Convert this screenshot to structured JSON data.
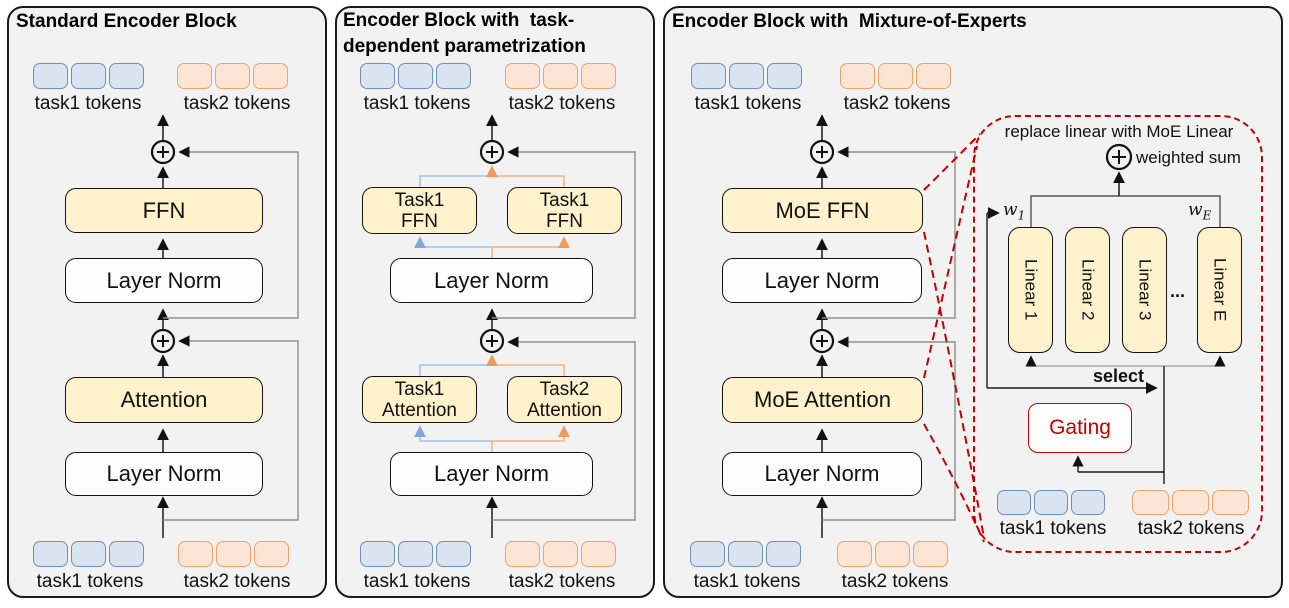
{
  "p1": {
    "title": "Standard Encoder Block",
    "top_task1": "task1 tokens",
    "top_task2": "task2 tokens",
    "ffn": "FFN",
    "ln_upper": "Layer Norm",
    "attn": "Attention",
    "ln_lower": "Layer Norm",
    "bot_task1": "task1 tokens",
    "bot_task2": "task2 tokens"
  },
  "p2": {
    "title_line1": "Encoder Block with  task-",
    "title_line2": "dependent parametrization",
    "top_task1": "task1 tokens",
    "top_task2": "task2 tokens",
    "ffn_left": "Task1\nFFN",
    "ffn_right": "Task1\nFFN",
    "ln_upper": "Layer Norm",
    "attn_left": "Task1\nAttention",
    "attn_right": "Task2\nAttention",
    "ln_lower": "Layer Norm",
    "bot_task1": "task1 tokens",
    "bot_task2": "task2 tokens"
  },
  "p3": {
    "title": "Encoder Block with  Mixture-of-Experts",
    "top_task1": "task1 tokens",
    "top_task2": "task2 tokens",
    "moe_ffn": "MoE FFN",
    "ln_upper": "Layer Norm",
    "moe_attn": "MoE Attention",
    "ln_lower": "Layer Norm",
    "bot_task1": "task1 tokens",
    "bot_task2": "task2 tokens"
  },
  "bubble": {
    "heading": "replace linear with MoE Linear",
    "weighted_sum": "weighted sum",
    "w1_base": "w",
    "w1_sub": "1",
    "wE_base": "w",
    "wE_sub": "E",
    "experts": [
      "Linear 1",
      "Linear 2",
      "Linear 3",
      "Linear E"
    ],
    "ellipsis": "...",
    "select_label": "select",
    "gating": "Gating",
    "task1": "task1 tokens",
    "task2": "task2 tokens"
  },
  "colors": {
    "panel_bg": "#f2f2f2",
    "block_yellow": "#fff2cc",
    "token_blue_fill": "#dae4f1",
    "token_blue_border": "#6d8fbc",
    "token_orange_fill": "#fce5d5",
    "token_orange_border": "#efa26c",
    "branch_blue": "#9dc3e6",
    "branch_orange": "#f4b183",
    "residual_gray": "#8f8f8f",
    "accent_red": "#c00000"
  }
}
